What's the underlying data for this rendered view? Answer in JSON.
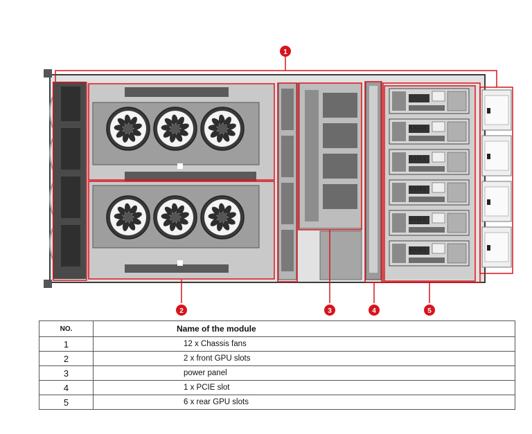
{
  "callouts": [
    "1",
    "2",
    "3",
    "4",
    "5"
  ],
  "accent_color": "#d8141c",
  "table": {
    "headers": [
      "NO.",
      "Name of the module"
    ],
    "rows": [
      {
        "no": "1",
        "name": "12 x Chassis fans"
      },
      {
        "no": "2",
        "name": "2 x front GPU slots"
      },
      {
        "no": "3",
        "name": "power panel"
      },
      {
        "no": "4",
        "name": "1 x PCIE slot"
      },
      {
        "no": "5",
        "name": "6 x rear GPU slots"
      }
    ]
  },
  "labels": {
    "psu_marking": "XAM E"
  }
}
